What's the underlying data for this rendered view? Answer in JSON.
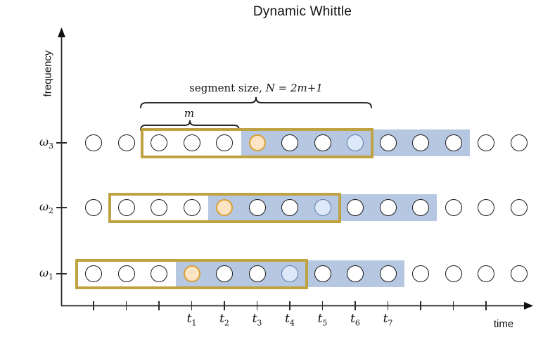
{
  "title": "Dynamic Whittle",
  "axes": {
    "x_label": "time",
    "y_label": "frequency",
    "x_ticks": {
      "count": 13,
      "labeled_from": 4,
      "labels": [
        {
          "base": "t",
          "sub": "1"
        },
        {
          "base": "t",
          "sub": "2"
        },
        {
          "base": "t",
          "sub": "3"
        },
        {
          "base": "t",
          "sub": "4"
        },
        {
          "base": "t",
          "sub": "5"
        },
        {
          "base": "t",
          "sub": "6"
        },
        {
          "base": "t",
          "sub": "7"
        }
      ]
    },
    "y_ticks": [
      {
        "base": "ω",
        "sub": "3"
      },
      {
        "base": "ω",
        "sub": "2"
      },
      {
        "base": "ω",
        "sub": "1"
      }
    ]
  },
  "annotations": {
    "segment_label_text": "segment size,",
    "segment_label_math": "N = 2m+1",
    "m_label": "m"
  },
  "diagram": {
    "points_per_row": 14,
    "rows": [
      {
        "freq": "ω3",
        "band_range": [
          6,
          12
        ],
        "box_range": [
          3,
          9
        ],
        "orange_index": 6,
        "lightblue_index": 9
      },
      {
        "freq": "ω2",
        "band_range": [
          5,
          11
        ],
        "box_range": [
          2,
          8
        ],
        "orange_index": 5,
        "lightblue_index": 8
      },
      {
        "freq": "ω1",
        "band_range": [
          4,
          10
        ],
        "box_range": [
          1,
          7
        ],
        "orange_index": 4,
        "lightblue_index": 7
      }
    ]
  },
  "colors": {
    "band_blue": "#b5c7e1",
    "box_olive": "#bfa342",
    "orange_fill": "#fce4c5",
    "orange_stroke": "#d9a133",
    "lightblue_fill": "#dde9f8",
    "lightblue_stroke": "#5f7ca8",
    "circle_stroke": "#1a1a1a",
    "axis_color": "#2b2b2b"
  }
}
